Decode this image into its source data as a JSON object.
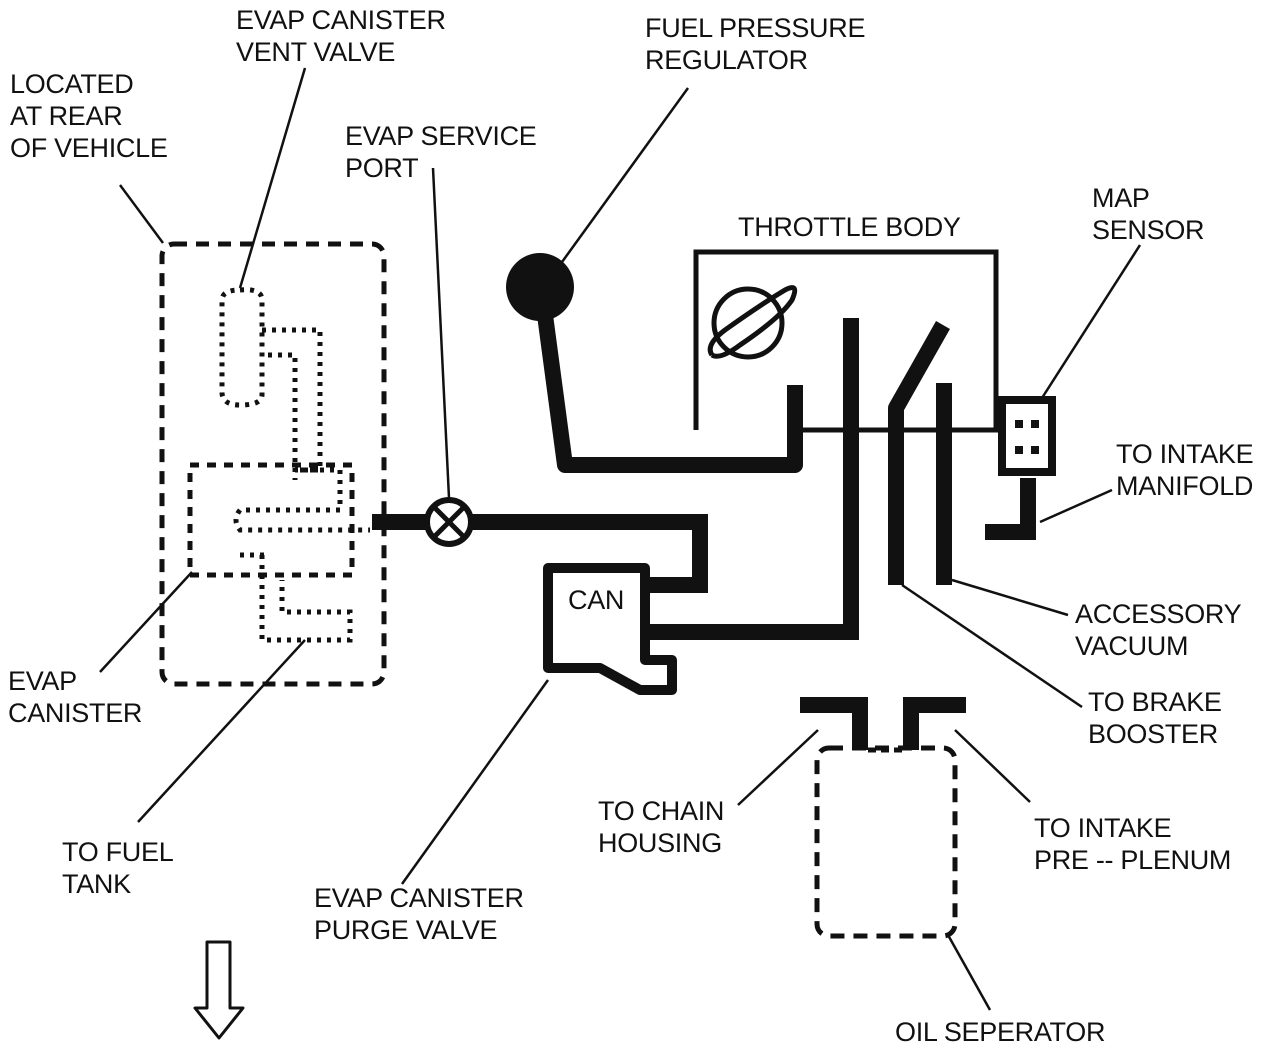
{
  "labels": {
    "located_rear": [
      "LOCATED",
      "AT REAR",
      "OF VEHICLE"
    ],
    "vent_valve": [
      "EVAP CANISTER",
      "VENT VALVE"
    ],
    "service_port": [
      "EVAP SERVICE",
      "PORT"
    ],
    "fuel_pressure_regulator": [
      "FUEL PRESSURE",
      "REGULATOR"
    ],
    "throttle_body": "THROTTLE BODY",
    "map_sensor": [
      "MAP",
      "SENSOR"
    ],
    "to_intake_manifold": [
      "TO INTAKE",
      "MANIFOLD"
    ],
    "accessory_vacuum": [
      "ACCESSORY",
      "VACUUM"
    ],
    "to_brake_booster": [
      "TO BRAKE",
      "BOOSTER"
    ],
    "evap_canister": [
      "EVAP",
      "CANISTER"
    ],
    "to_fuel_tank": [
      "TO FUEL",
      "TANK"
    ],
    "purge_valve": [
      "EVAP CANISTER",
      "PURGE VALVE"
    ],
    "to_chain_housing": [
      "TO CHAIN",
      "HOUSING"
    ],
    "to_intake_pre_plenum": [
      "TO INTAKE",
      "PRE -- PLENUM"
    ],
    "oil_separator": "OIL SEPERATOR",
    "can": "CAN"
  },
  "colors": {
    "ink": "#111111",
    "paper": "#ffffff"
  },
  "icons": [
    "down-arrow-icon",
    "service-port-valve-icon",
    "throttle-plate-icon"
  ]
}
